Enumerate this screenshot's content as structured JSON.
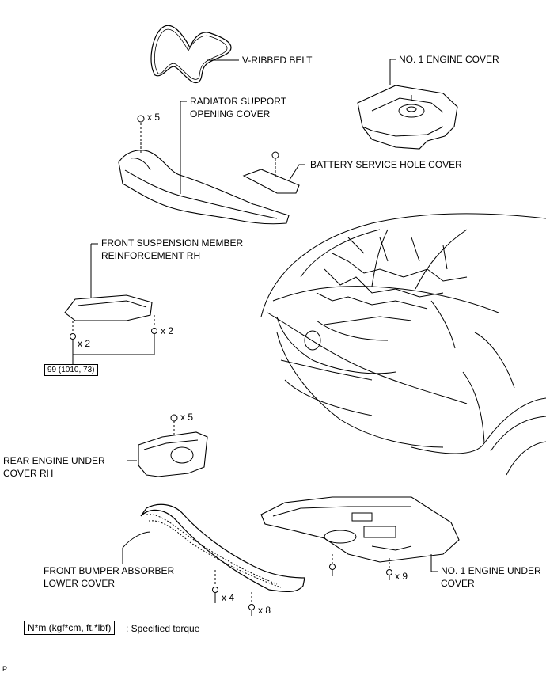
{
  "labels": {
    "v_ribbed_belt": "V-RIBBED BELT",
    "no1_engine_cover": "NO. 1 ENGINE COVER",
    "radiator_support_opening_cover": [
      "RADIATOR SUPPORT",
      "OPENING COVER"
    ],
    "battery_service_hole_cover": "BATTERY SERVICE HOLE COVER",
    "front_suspension_member_reinforcement_rh": [
      "FRONT SUSPENSION MEMBER",
      "REINFORCEMENT RH"
    ],
    "rear_engine_under_cover_rh": [
      "REAR ENGINE UNDER",
      "COVER RH"
    ],
    "front_bumper_absorber_lower_cover": [
      "FRONT BUMPER ABSORBER",
      "LOWER COVER"
    ],
    "no1_engine_under_cover": [
      "NO. 1 ENGINE UNDER",
      "COVER"
    ]
  },
  "quantities": {
    "radiator_clips": "x 5",
    "suspension_bolt_left": "x 2",
    "suspension_bolt_right": "x 2",
    "rear_cover_clips": "x 5",
    "bumper_bolts": "x 4",
    "bumper_clips": "x 8",
    "under_cover_clips": "x 9"
  },
  "torque_spec": "99 (1010, 73)",
  "legend": {
    "box": "N*m (kgf*cm, ft.*lbf)",
    "text": ": Specified torque"
  },
  "corner_mark": "P"
}
